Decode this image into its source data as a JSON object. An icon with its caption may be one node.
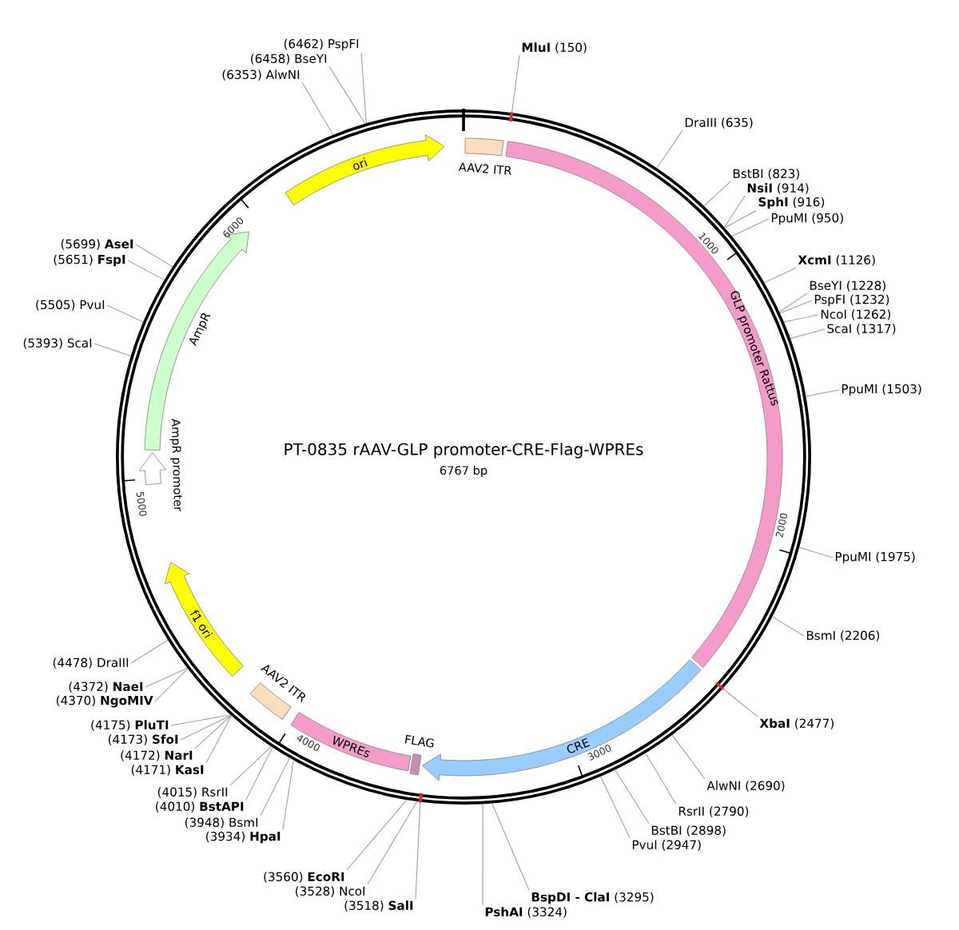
{
  "diagram": {
    "title": "PT-0835 rAAV-GLP promoter-CRE-Flag-WPREs",
    "nodes": [
      {
        "text": [],
        "shape": "circle"
      },
      {
        "text": [
          "AAV2 ITR"
        ],
        "in": 0
      },
      {
        "text": [
          "GLP promoter Rattus"
        ],
        "in": 0
      },
      {
        "text": [
          "CRE"
        ],
        "in": 0
      },
      {
        "text": [
          "FLAG"
        ],
        "in": 0
      },
      {
        "text": [
          "WPREs"
        ],
        "in": 0
      },
      {
        "text": [
          "AAV2 ITR"
        ],
        "in": 0
      },
      {
        "text": [
          "f1 ori"
        ],
        "in": 0
      },
      {
        "text": [
          "AmpR promoter"
        ],
        "in": 0
      },
      {
        "text": [
          "AmpR"
        ],
        "in": 0
      },
      {
        "text": [
          "ori"
        ],
        "in": 0
      },
      {
        "text": [],
        "shape": "bar"
      },
      {
        "text": [],
        "shape": "bar"
      },
      {
        "text": [],
        "shape": "bar"
      },
      {
        "text": [
          "**MluI** (150)"
        ]
      },
      {
        "text": [
          "DraIII (635)"
        ]
      },
      {
        "text": [
          "BstBI (823)"
        ]
      },
      {
        "text": [
          "**NsiI** (914)"
        ]
      },
      {
        "text": [
          "**SphI** (916)"
        ]
      },
      {
        "text": [
          "PpuMI (950)"
        ]
      },
      {
        "text": [
          "**XcmI** (1126)"
        ]
      },
      {
        "text": [
          "BseYI (1228)"
        ]
      },
      {
        "text": [
          "PspFI (1232)"
        ]
      },
      {
        "text": [
          "NcoI (1262)"
        ]
      },
      {
        "text": [
          "ScaI (1317)"
        ]
      },
      {
        "text": [
          "PpuMI (1503)"
        ]
      },
      {
        "text": [
          "PpuMI (1975)"
        ]
      },
      {
        "text": [
          "BsmI (2206)"
        ]
      },
      {
        "text": [
          "**XbaI** (2477)"
        ]
      },
      {
        "text": [
          "AlwNI (2690)"
        ]
      },
      {
        "text": [
          "RsrII (2790)"
        ]
      },
      {
        "text": [
          "BstBI (2898)"
        ]
      },
      {
        "text": [
          "PvuI (2947)"
        ]
      },
      {
        "text": [
          "**BspDI - ClaI** (3295)"
        ]
      },
      {
        "text": [
          "**PshAI** (3324)"
        ]
      },
      {
        "text": [
          "(3518) **SalI**"
        ]
      },
      {
        "text": [
          "(3528) NcoI"
        ]
      },
      {
        "text": [
          "(3560) **EcoRI**"
        ]
      },
      {
        "text": [
          "(3934) **HpaI**"
        ]
      },
      {
        "text": [
          "(3948) BsmI"
        ]
      },
      {
        "text": [
          "(4010) **BstAPI**"
        ]
      },
      {
        "text": [
          "(4015) RsrII"
        ]
      },
      {
        "text": [
          "(4171) **KasI**"
        ]
      },
      {
        "text": [
          "(4172) **NarI**"
        ]
      },
      {
        "text": [
          "(4173) **SfoI**"
        ]
      },
      {
        "text": [
          "(4175) **PluTI**"
        ]
      },
      {
        "text": [
          "(4370) **NgoMIV**"
        ]
      },
      {
        "text": [
          "(4372) **NaeI**"
        ]
      },
      {
        "text": [
          "(4478) DraIII"
        ]
      },
      {
        "text": [
          "(5393) ScaI"
        ]
      },
      {
        "text": [
          "(5505) PvuI"
        ]
      },
      {
        "text": [
          "(5651) **FspI**"
        ]
      },
      {
        "text": [
          "(5699) **AseI**"
        ]
      },
      {
        "text": [
          "(6353) AlwNI"
        ]
      },
      {
        "text": [
          "(6458) BseYI"
        ]
      },
      {
        "text": [
          "(6462) PspFI"
        ]
      }
    ],
    "edges": [
      {
        "from": 14,
        "to": 11,
        "arrow": "none"
      },
      {
        "from": 15,
        "to": 0,
        "arrow": "none"
      },
      {
        "from": 16,
        "to": 0,
        "arrow": "none"
      },
      {
        "from": 17,
        "to": 0,
        "arrow": "none"
      },
      {
        "from": 18,
        "to": 0,
        "arrow": "none"
      },
      {
        "from": 19,
        "to": 0,
        "arrow": "none"
      },
      {
        "from": 20,
        "to": 0,
        "arrow": "none"
      },
      {
        "from": 21,
        "to": 0,
        "arrow": "none"
      },
      {
        "from": 22,
        "to": 0,
        "arrow": "none"
      },
      {
        "from": 23,
        "to": 0,
        "arrow": "none"
      },
      {
        "from": 24,
        "to": 0,
        "arrow": "none"
      },
      {
        "from": 25,
        "to": 0,
        "arrow": "none"
      },
      {
        "from": 26,
        "to": 0,
        "arrow": "none"
      },
      {
        "from": 27,
        "to": 0,
        "arrow": "none"
      },
      {
        "from": 28,
        "to": 12,
        "arrow": "none"
      },
      {
        "from": 29,
        "to": 0,
        "arrow": "none"
      },
      {
        "from": 30,
        "to": 0,
        "arrow": "none"
      },
      {
        "from": 31,
        "to": 0,
        "arrow": "none"
      },
      {
        "from": 32,
        "to": 0,
        "arrow": "none"
      },
      {
        "from": 33,
        "to": 0,
        "arrow": "none"
      },
      {
        "from": 34,
        "to": 0,
        "arrow": "none"
      },
      {
        "from": 35,
        "to": 13,
        "arrow": "none"
      },
      {
        "from": 36,
        "to": 0,
        "arrow": "none"
      },
      {
        "from": 37,
        "to": 0,
        "arrow": "none"
      },
      {
        "from": 38,
        "to": 0,
        "arrow": "none"
      },
      {
        "from": 39,
        "to": 0,
        "arrow": "none"
      },
      {
        "from": 40,
        "to": 0,
        "arrow": "none"
      },
      {
        "from": 41,
        "to": 0,
        "arrow": "none"
      },
      {
        "from": 42,
        "to": 0,
        "arrow": "none"
      },
      {
        "from": 43,
        "to": 0,
        "arrow": "none"
      },
      {
        "from": 44,
        "to": 0,
        "arrow": "none"
      },
      {
        "from": 45,
        "to": 0,
        "arrow": "none"
      },
      {
        "from": 46,
        "to": 0,
        "arrow": "none"
      },
      {
        "from": 47,
        "to": 0,
        "arrow": "none"
      },
      {
        "from": 48,
        "to": 0,
        "arrow": "none"
      },
      {
        "from": 49,
        "to": 0,
        "arrow": "none"
      },
      {
        "from": 50,
        "to": 0,
        "arrow": "none"
      },
      {
        "from": 51,
        "to": 0,
        "arrow": "none"
      },
      {
        "from": 52,
        "to": 0,
        "arrow": "none"
      },
      {
        "from": 53,
        "to": 0,
        "arrow": "none"
      },
      {
        "from": 54,
        "to": 0,
        "arrow": "none"
      },
      {
        "from": 55,
        "to": 0,
        "arrow": "none"
      }
    ],
    "labels": [
      "6767 bp",
      "1000",
      "2000",
      "3000",
      "4000",
      "5000",
      "6000"
    ]
  }
}
